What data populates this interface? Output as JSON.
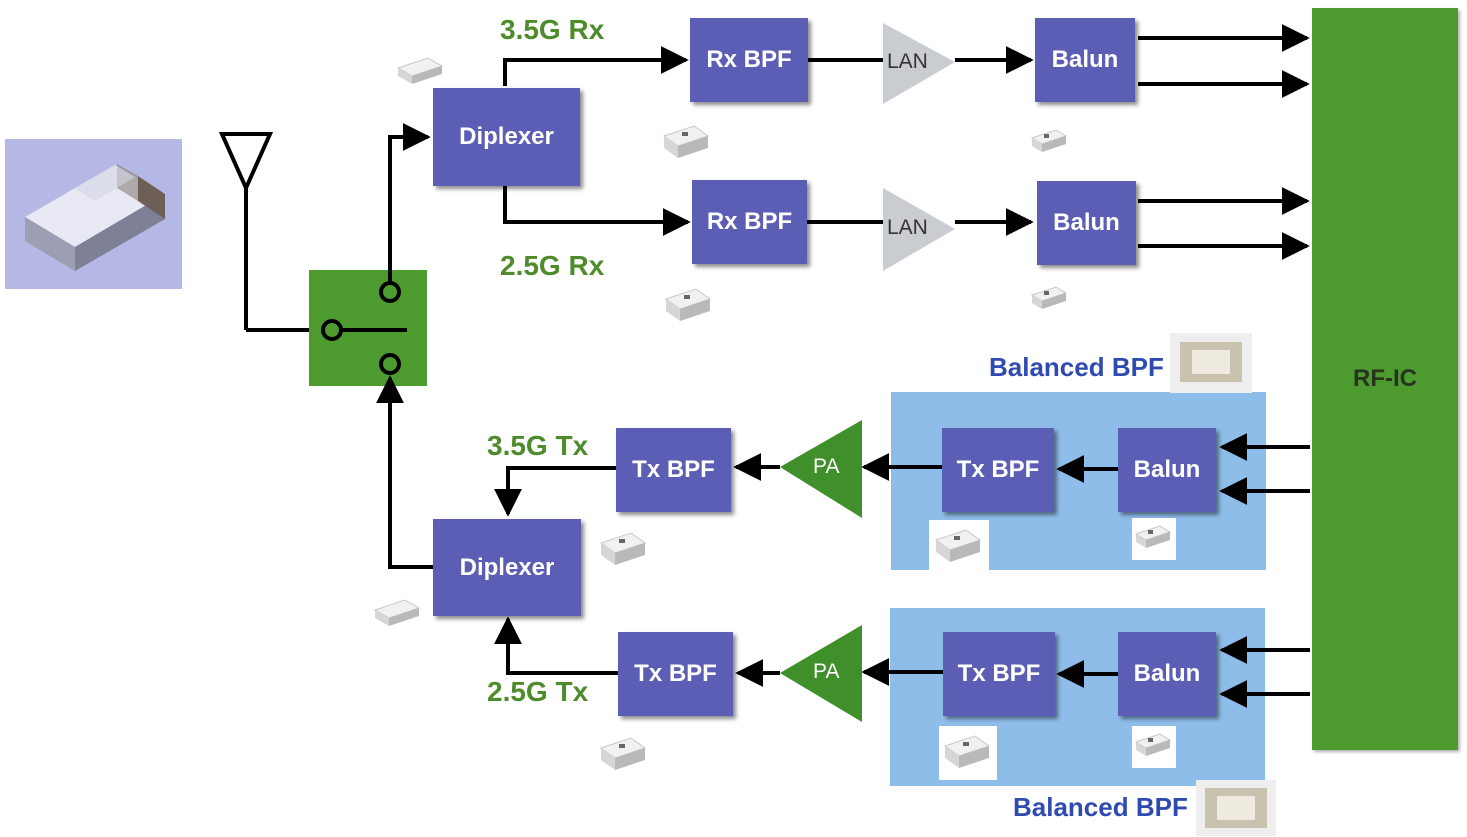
{
  "labels": {
    "rx35": "3.5G Rx",
    "rx25": "2.5G Rx",
    "tx35": "3.5G Tx",
    "tx25": "2.5G Tx",
    "balanced_bpf_top": "Balanced BPF",
    "balanced_bpf_bottom": "Balanced BPF"
  },
  "blocks": {
    "diplexer_rx": "Diplexer",
    "diplexer_tx": "Diplexer",
    "rx_bpf_1": "Rx BPF",
    "rx_bpf_2": "Rx BPF",
    "balun_rx_1": "Balun",
    "balun_rx_2": "Balun",
    "tx_bpf_out_1": "Tx BPF",
    "tx_bpf_out_2": "Tx BPF",
    "tx_bpf_in_1": "Tx BPF",
    "tx_bpf_in_2": "Tx BPF",
    "balun_tx_1": "Balun",
    "balun_tx_2": "Balun",
    "rfic": "RF-IC"
  },
  "amplifiers": {
    "lan_1": "LAN",
    "lan_2": "LAN",
    "pa_1": "PA",
    "pa_2": "PA"
  },
  "colors": {
    "block": "#5b5eb4",
    "green": "#4d9a2f",
    "label_green": "#4e8b2b",
    "label_blue": "#2f4ab0",
    "bpf_region": "#8fbdea",
    "lan": "#c9cdd2",
    "pa": "#3f8f2a"
  }
}
